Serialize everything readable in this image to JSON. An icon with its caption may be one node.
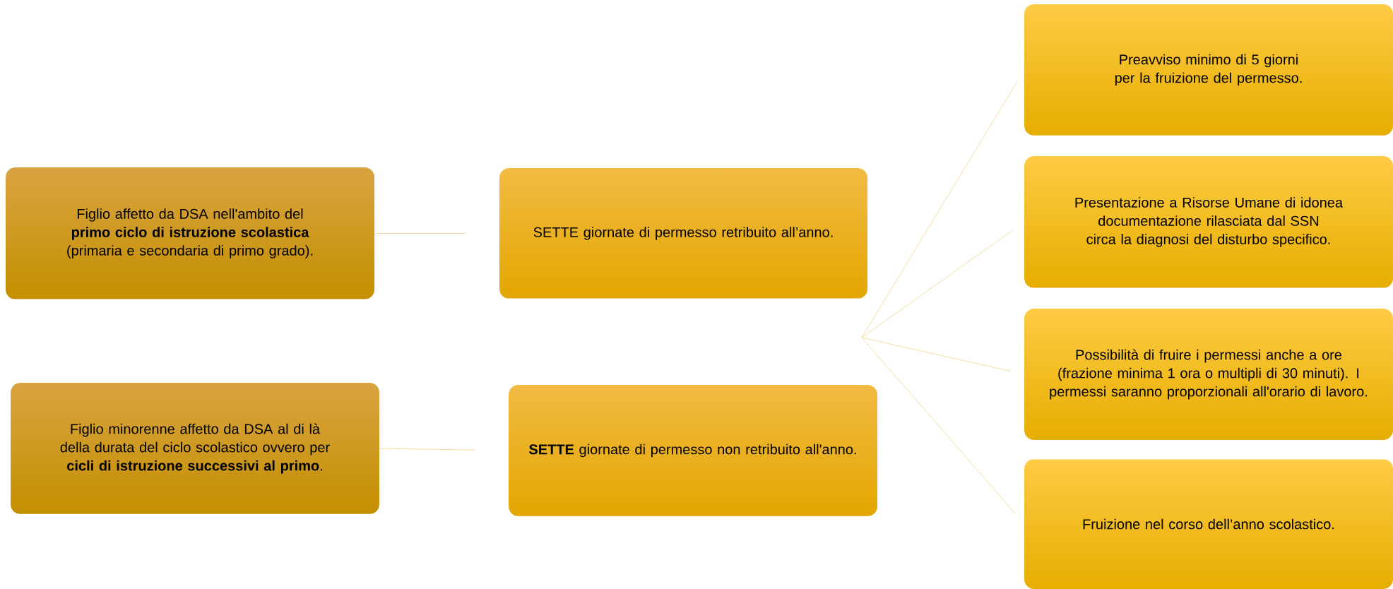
{
  "diagram": {
    "nodes": [
      {
        "text": [
          "Figlio affetto da DSA nell'ambito del **primo ciclo di istruzione scolastica**  (primaria e secondaria di primo grado)."
        ]
      },
      {
        "text": [
          "SETTE giornate di permesso retribuito all’anno."
        ]
      },
      {
        "text": [
          "Figlio minorenne affetto da DSA al di là della durata del ciclo scolastico ovvero per **cicli di istruzione successivi al primo**."
        ]
      },
      {
        "text": [
          "**SETTE** giornate di permesso non retribuito all'anno."
        ]
      },
      {
        "text": [
          "Preavviso minimo di 5 giorni per la fruizione del permesso."
        ]
      },
      {
        "text": [
          "Presentazione a Risorse Umane di idonea documentazione rilasciata dal SSN circa la diagnosi del disturbo specifico."
        ]
      },
      {
        "text": [
          "Possibilità di fruire i permessi anche a ore (frazione minima 1 ora o multipli di 30 minuti). I permessi saranno proporzionali all'orario di lavoro."
        ]
      },
      {
        "text": [
          "Fruizione nel corso dell’anno scolastico."
        ]
      }
    ],
    "edges": [
      {
        "from": 0,
        "to": 1,
        "arrow": "none"
      },
      {
        "from": 2,
        "to": 3,
        "arrow": "none"
      },
      {
        "from": null,
        "to": 4,
        "arrow": "none"
      },
      {
        "from": null,
        "to": 5,
        "arrow": "none"
      },
      {
        "from": null,
        "to": 6,
        "arrow": "none"
      },
      {
        "from": null,
        "to": 7,
        "arrow": "none"
      }
    ]
  }
}
